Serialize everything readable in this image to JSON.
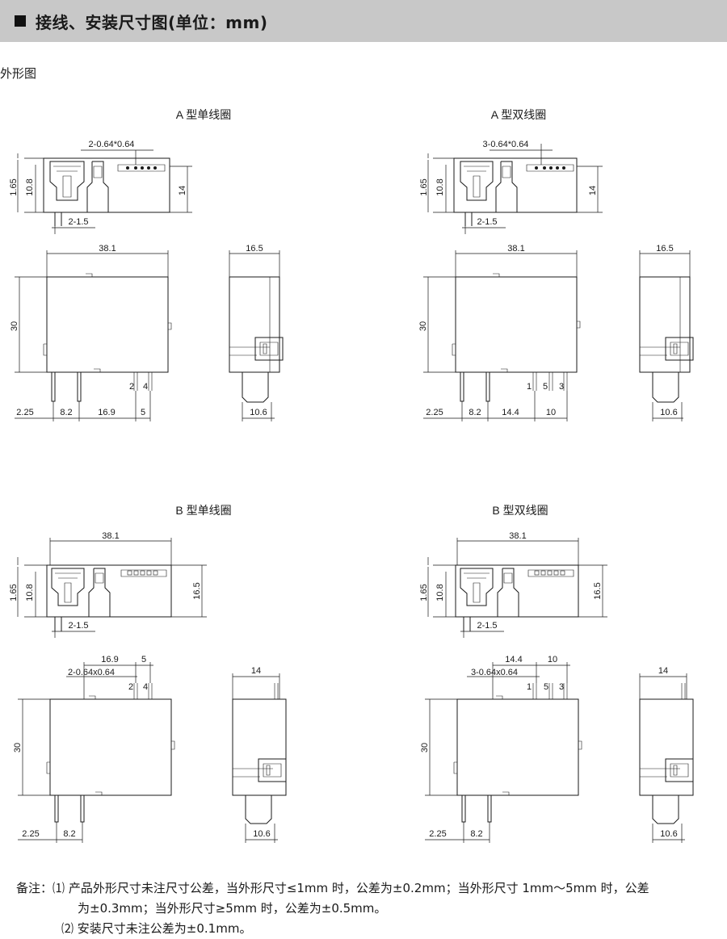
{
  "header": {
    "title": "接线、安装尺寸图(单位：mm)"
  },
  "section": {
    "label": "外形图"
  },
  "diagrams": {
    "a_single": {
      "title": "A  型单线圈",
      "pin_label": "2-0.64*0.64",
      "pitch": "2-1.5",
      "h1": "1.65",
      "h2": "10.8",
      "h3": "14",
      "width": "38.1",
      "height": "30",
      "side_width": "16.5",
      "side_depth": "10.6",
      "pins": [
        "2",
        "4"
      ],
      "bottom_dims": [
        "2.25",
        "8.2",
        "16.9",
        "5"
      ]
    },
    "a_double": {
      "title": "A  型双线圈",
      "pin_label": "3-0.64*0.64",
      "pitch": "2-1.5",
      "h1": "1.65",
      "h2": "10.8",
      "h3": "14",
      "width": "38.1",
      "height": "30",
      "side_width": "16.5",
      "side_depth": "10.6",
      "pins": [
        "1",
        "5",
        "3"
      ],
      "bottom_dims": [
        "2.25",
        "8.2",
        "14.4",
        "10"
      ]
    },
    "b_single": {
      "title": "B  型单线圈",
      "width": "38.1",
      "h1": "1.65",
      "h2": "10.8",
      "h3": "16.5",
      "pitch": "2-1.5",
      "top_dims": [
        "16.9",
        "5"
      ],
      "pin_label": "2-0.64x0.64",
      "pins": [
        "2",
        "4"
      ],
      "height": "30",
      "side_width": "14",
      "side_depth": "10.6",
      "bottom_dims": [
        "2.25",
        "8.2"
      ]
    },
    "b_double": {
      "title": "B  型双线圈",
      "width": "38.1",
      "h1": "1.65",
      "h2": "10.8",
      "h3": "16.5",
      "pitch": "2-1.5",
      "top_dims": [
        "14.4",
        "10"
      ],
      "pin_label": "3-0.64x0.64",
      "pins": [
        "1",
        "5",
        "3"
      ],
      "height": "30",
      "side_width": "14",
      "side_depth": "10.6",
      "bottom_dims": [
        "2.25",
        "8.2"
      ]
    }
  },
  "notes": {
    "label": "备注：",
    "item1_num": "⑴",
    "item1_line1": "产品外形尺寸未注尺寸公差，当外形尺寸≤1mm 时，公差为±0.2mm；当外形尺寸 1mm～5mm 时，公差",
    "item1_line2": "为±0.3mm；当外形尺寸≥5mm 时，公差为±0.5mm。",
    "item2_num": "⑵",
    "item2_text": "安装尺寸未注公差为±0.1mm。"
  }
}
